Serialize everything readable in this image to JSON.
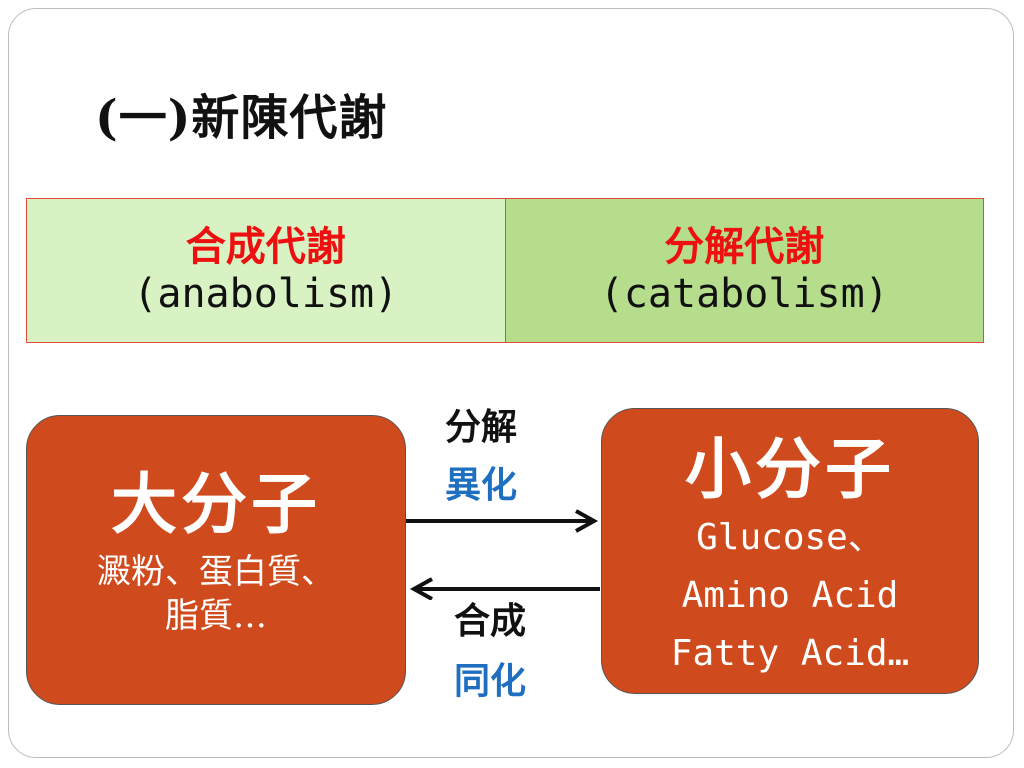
{
  "slide": {
    "title": "(一)新陳代謝"
  },
  "table": {
    "left": {
      "title": "合成代謝",
      "subtitle": "(anabolism)"
    },
    "right": {
      "title": "分解代謝",
      "subtitle": "(catabolism)"
    }
  },
  "big_box": {
    "title": "大分子",
    "lines": [
      "澱粉、蛋白質、",
      "脂質…"
    ]
  },
  "small_box": {
    "title": "小分子",
    "lines": [
      "Glucose、",
      "Amino Acid",
      "Fatty Acid…"
    ]
  },
  "arrow_top": {
    "label_main": "分解",
    "label_sub": "異化"
  },
  "arrow_bottom": {
    "label_main": "合成",
    "label_sub": "同化"
  },
  "colors": {
    "red_title": "#ee1010",
    "box_fill": "#cf4a1c",
    "blue_label": "#1f6fc0",
    "table_left_bg": "#d9f2c4",
    "table_right_bg": "#b6dd8c"
  }
}
